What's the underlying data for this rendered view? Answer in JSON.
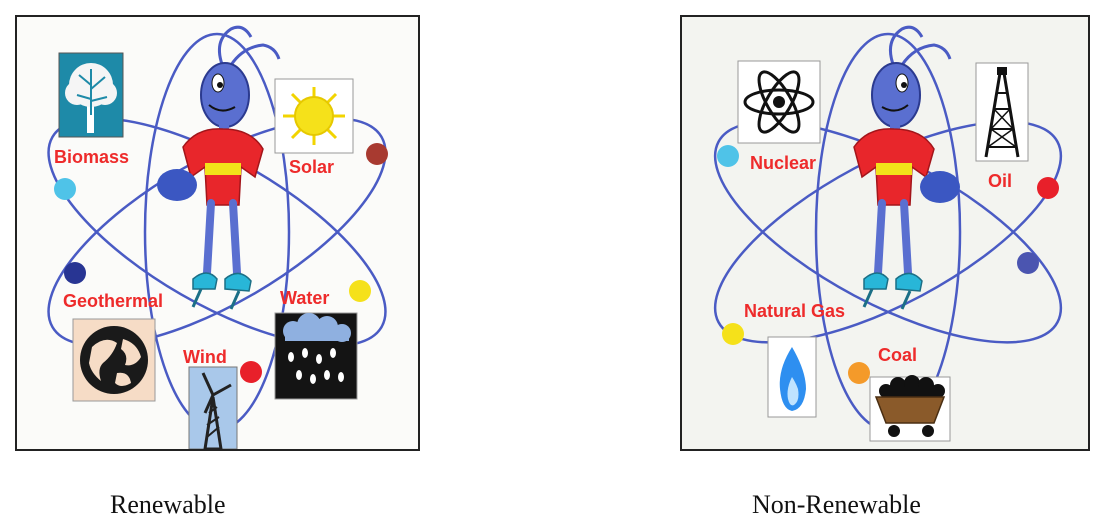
{
  "diagrams": {
    "renewable": {
      "caption": "Renewable",
      "labels": {
        "biomass": "Biomass",
        "solar": "Solar",
        "geothermal": "Geothermal",
        "water": "Water",
        "wind": "Wind"
      },
      "icons": [
        "tree-icon",
        "sun-icon",
        "globe-icon",
        "rain-cloud-icon",
        "wind-turbine-icon"
      ]
    },
    "non_renewable": {
      "caption": "Non-Renewable",
      "labels": {
        "nuclear": "Nuclear",
        "oil": "Oil",
        "natural_gas": "Natural Gas",
        "coal": "Coal"
      },
      "icons": [
        "atom-icon",
        "oil-derrick-icon",
        "gas-flame-icon",
        "coal-cart-icon"
      ]
    }
  },
  "colors": {
    "orbit": "#4a5bc4",
    "label": "#ee2b2b",
    "mascot_body": "#5a6fd0",
    "mascot_shirt": "#e8262b",
    "mascot_belt": "#f2e21a"
  }
}
